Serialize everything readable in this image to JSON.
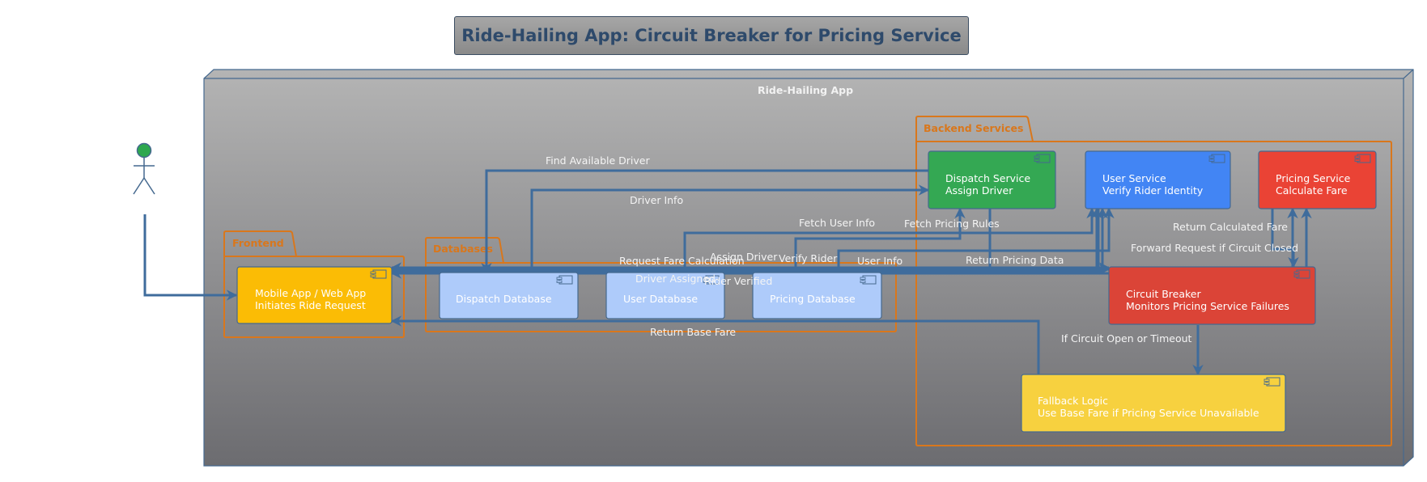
{
  "title": "Ride-Hailing App: Circuit Breaker for Pricing Service",
  "node_label": "Ride-Hailing App",
  "packages": {
    "frontend": "Frontend",
    "databases": "Databases",
    "backend": "Backend Services"
  },
  "actor_label": "",
  "components": {
    "mobile_app": [
      "Mobile App / Web App",
      "Initiates Ride Request"
    ],
    "dispatch_db": [
      "Dispatch Database"
    ],
    "user_db": [
      "User Database"
    ],
    "pricing_db": [
      "Pricing Database"
    ],
    "dispatch_service": [
      "Dispatch Service",
      "Assign Driver"
    ],
    "user_service": [
      "User Service",
      "Verify Rider Identity"
    ],
    "pricing_service": [
      "Pricing Service",
      "Calculate Fare"
    ],
    "circuit_breaker": [
      "Circuit Breaker",
      "Monitors Pricing Service Failures"
    ],
    "fallback": [
      "Fallback Logic",
      "Use Base Fare if Pricing Service Unavailable"
    ]
  },
  "edges": {
    "find_driver": "Find Available Driver",
    "driver_info": "Driver Info",
    "fetch_user_info": "Fetch User Info",
    "fetch_pricing_rules": "Fetch Pricing Rules",
    "request_fare": "Request Fare Calculation",
    "assign_driver": "Assign Driver",
    "verify_rider": "Verify Rider",
    "user_info": "User Info",
    "return_pricing_data": "Return Pricing Data",
    "driver_assigned": "Driver Assigned",
    "rider_verified": "Rider Verified",
    "return_calculated_fare": "Return Calculated Fare",
    "forward_request": "Forward Request if Circuit Closed",
    "if_open": "If Circuit Open or Timeout",
    "return_base_fare": "Return Base Fare"
  },
  "colors": {
    "edge": "#3f6c9c",
    "package_border": "#d9771c",
    "package_label": "#d9771c",
    "node_border": "#45698f",
    "actor_head": "#2ea84f",
    "mobile_app": "#fbbc05",
    "database": "#aecbfa",
    "dispatch_service": "#34a853",
    "user_service": "#4285f4",
    "pricing_service": "#ea4335",
    "circuit_breaker": "#db4437",
    "fallback": "#f7d13f",
    "title_text": "#2e4a6b"
  }
}
